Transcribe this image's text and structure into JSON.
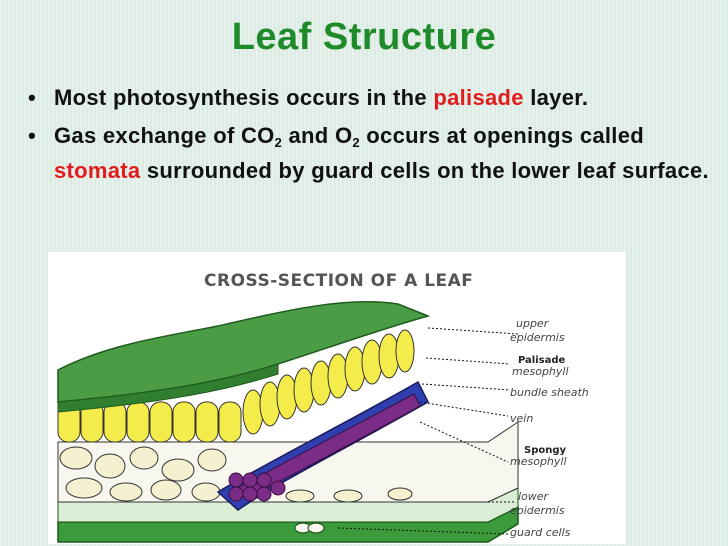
{
  "title": "Leaf Structure",
  "bullets": [
    {
      "bullet_char": "•",
      "text_before": "Most photosynthesis occurs in the ",
      "highlight": "palisade",
      "text_after": " layer."
    },
    {
      "bullet_char": "•",
      "text_a": "Gas exchange of CO",
      "sub_a": "2",
      "text_b": " and O",
      "sub_b": "2",
      "text_c": " occurs at openings called ",
      "highlight": "stomata",
      "text_after": " surrounded by guard cells on the lower leaf surface."
    }
  ],
  "figure": {
    "title": "CROSS-SECTION OF A LEAF",
    "labels": {
      "upper_epidermis_1": "upper",
      "upper_epidermis_2": "epidermis",
      "palisade_1": "Palisade",
      "palisade_2": "mesophyll",
      "bundle_sheath": "bundle sheath",
      "vein": "vein",
      "spongy_1": "Spongy",
      "spongy_2": "mesophyll",
      "lower_epidermis_1": "lower",
      "lower_epidermis_2": "epidermis",
      "guard_cells": "guard cells"
    }
  },
  "colors": {
    "title": "#1f8a2a",
    "highlight": "#e01c1c",
    "upper_epidermis": "#3b9b3b",
    "palisade": "#f4ec4a",
    "vein_outer": "#2f3fb0",
    "vein_inner": "#7a2c86",
    "lower_epidermis": "#3b9b3b"
  }
}
